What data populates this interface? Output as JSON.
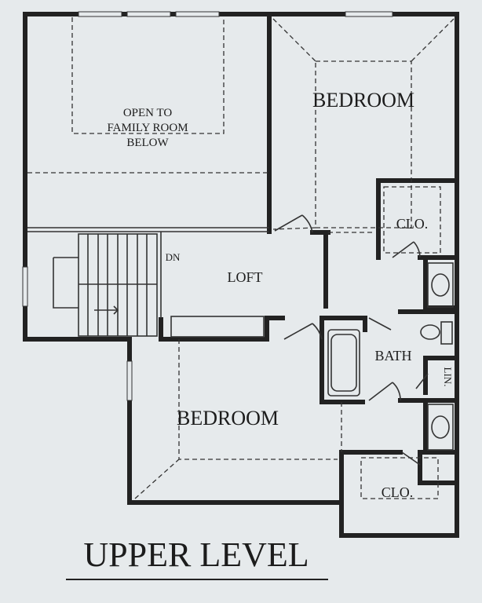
{
  "rooms": {
    "open_to_below": [
      "OPEN TO",
      "FAMILY ROOM",
      "BELOW"
    ],
    "bedroom_upper": "BEDROOM",
    "bedroom_lower": "BEDROOM",
    "closet_upper": "CLO.",
    "closet_lower": "CLO.",
    "loft": "LOFT",
    "bath": "BATH",
    "linen": "LIN.",
    "stair_dn": "DN"
  },
  "title": "UPPER LEVEL",
  "colors": {
    "background": "#e6eaec",
    "wall": "#222222",
    "text": "#1c1c1c"
  }
}
